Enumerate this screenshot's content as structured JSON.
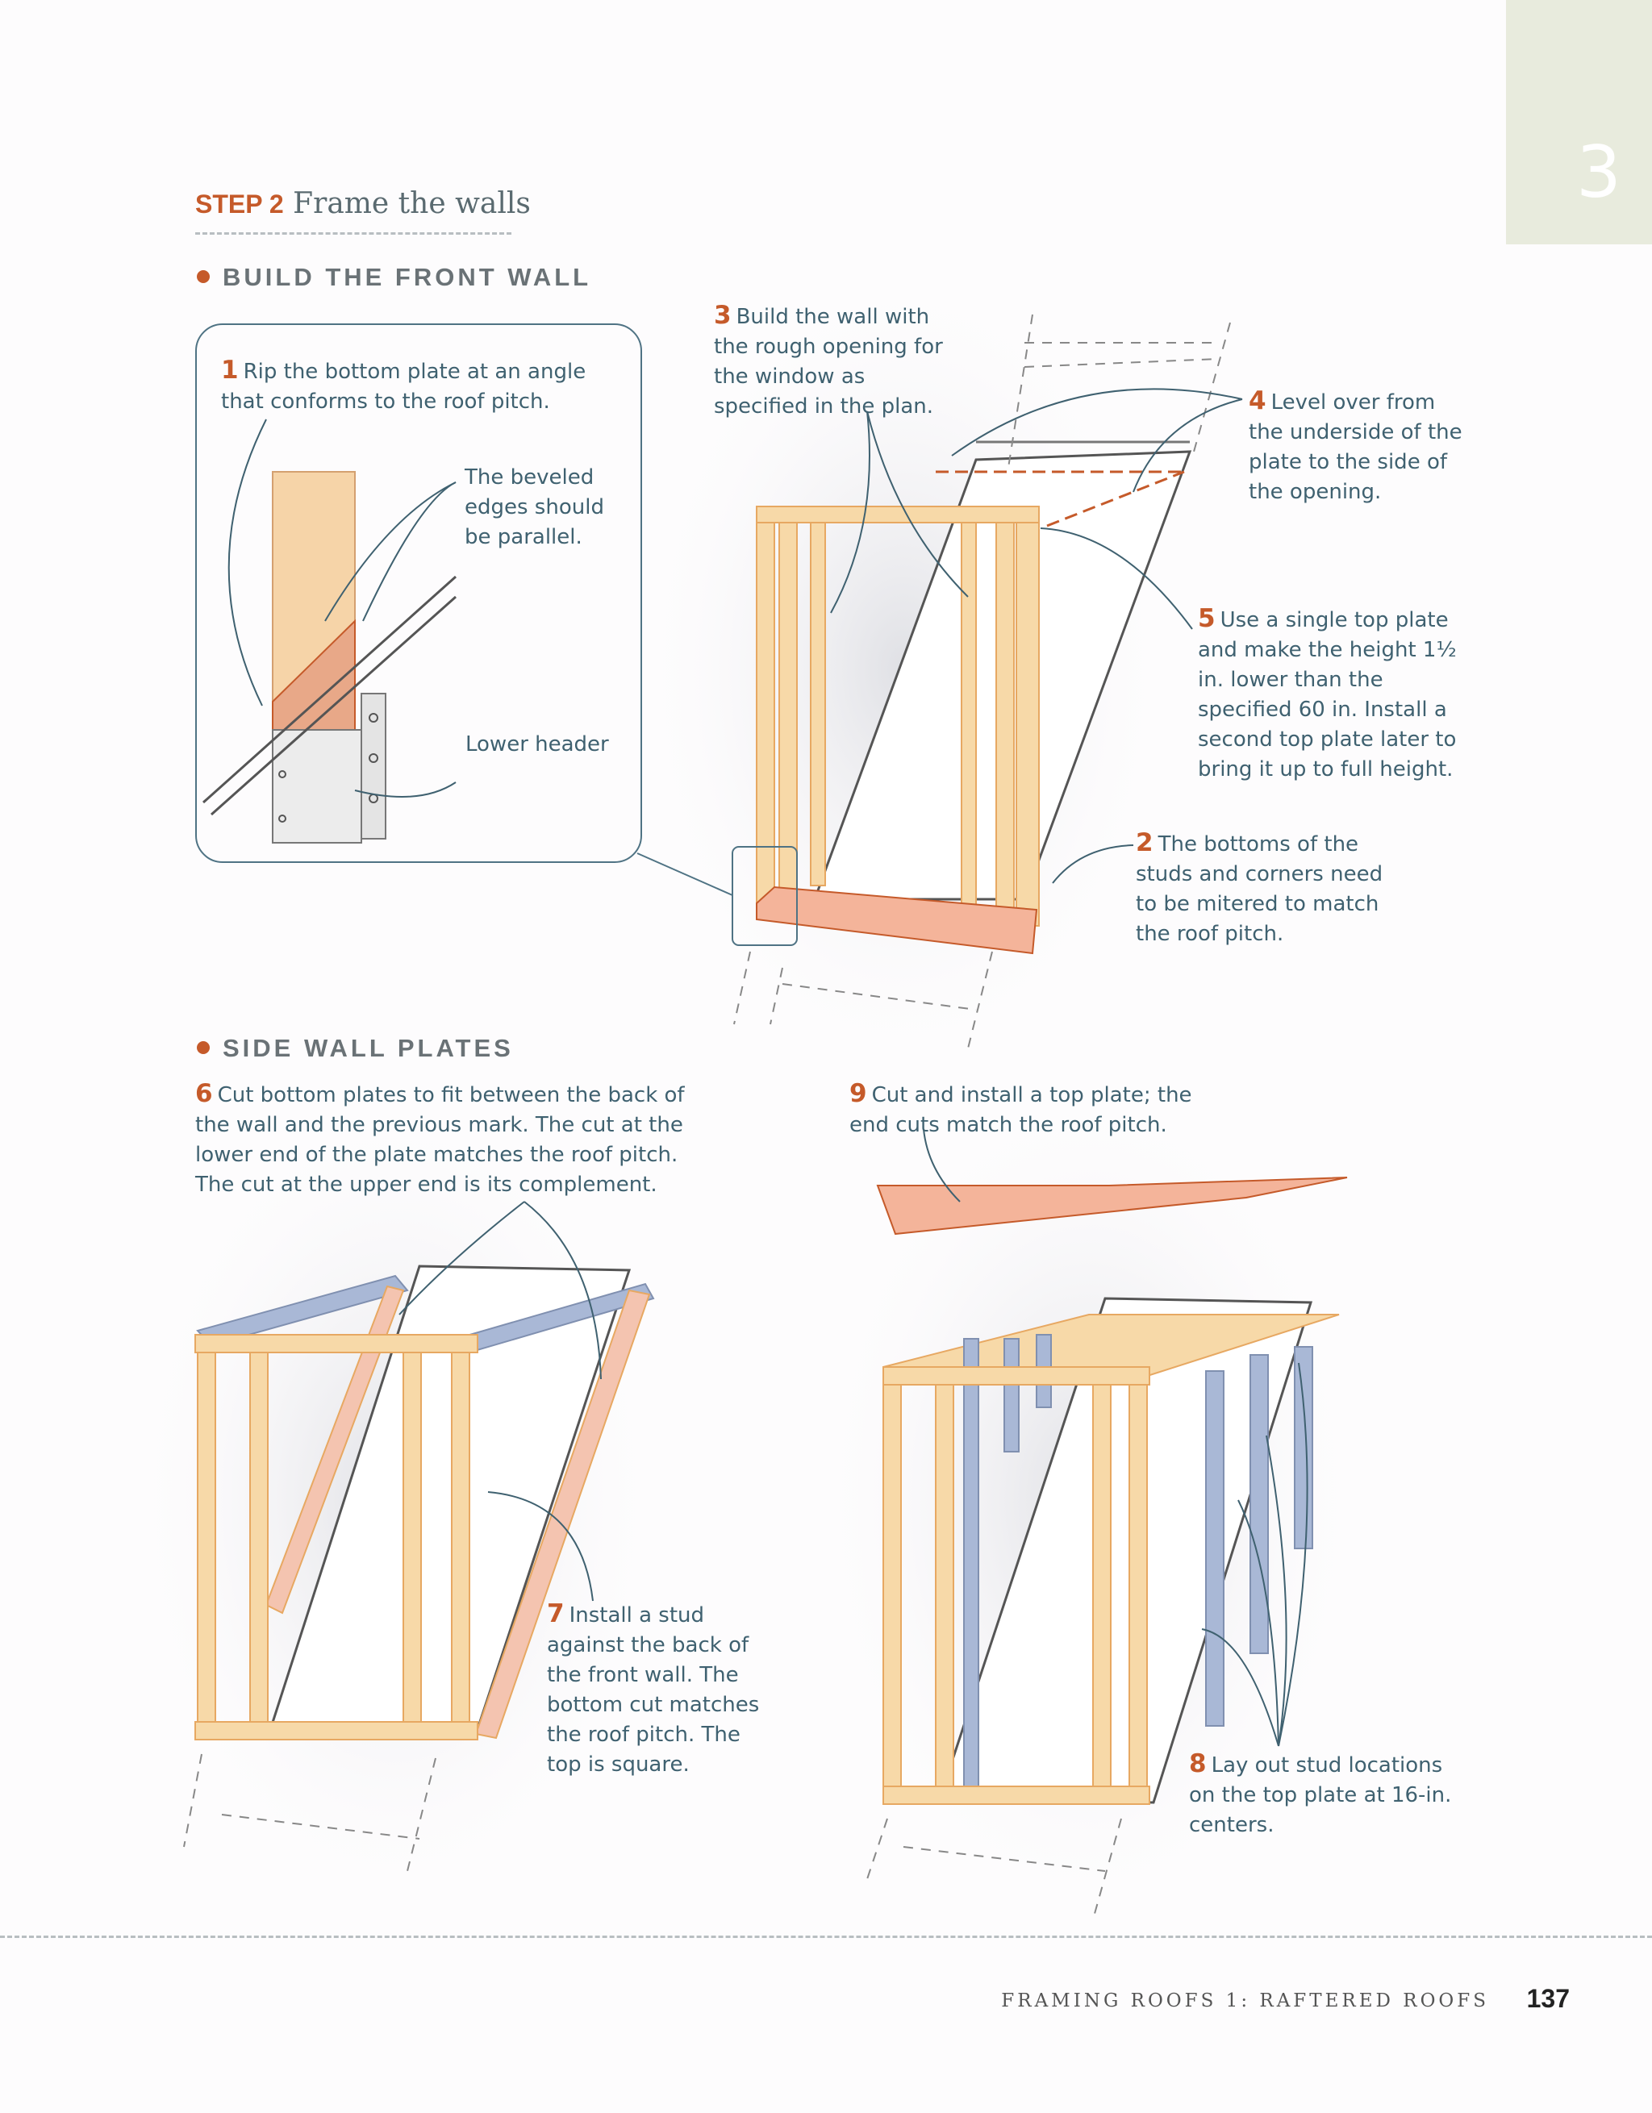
{
  "chapter_tab": "3",
  "step": {
    "label": "STEP 2",
    "title": "Frame the walls"
  },
  "sections": {
    "front": "BUILD THE FRONT WALL",
    "side": "SIDE WALL PLATES"
  },
  "callouts": {
    "c1": {
      "num": "1",
      "text": "Rip the bottom plate at an angle that conforms to the roof pitch."
    },
    "bevel": "The beveled edges should be parallel.",
    "lower_header": "Lower header",
    "c3": {
      "num": "3",
      "text": "Build the wall with the rough opening for the window as specified in the plan."
    },
    "c4": {
      "num": "4",
      "text": "Level over from the underside of the plate to the side of the opening."
    },
    "c5": {
      "num": "5",
      "text": "Use a single top plate and make the height 1½ in. lower than the specified 60 in. Install a second top plate later to bring it up to full height."
    },
    "c2": {
      "num": "2",
      "text": "The bottoms of the studs and corners need to be mitered to match the roof pitch."
    },
    "c6": {
      "num": "6",
      "text": "Cut bottom plates to fit between the back of the wall and the previous mark. The cut at the lower end of the plate matches the roof pitch. The cut at the upper end is its complement."
    },
    "c9": {
      "num": "9",
      "text": "Cut and install a top plate; the end cuts match the roof pitch."
    },
    "c7": {
      "num": "7",
      "text": "Install a stud against the back of the front wall. The bottom cut matches the roof pitch. The top is square."
    },
    "c8": {
      "num": "8",
      "text": "Lay out stud locations on the top plate at 16-in. centers."
    }
  },
  "footer": {
    "label": "FRAMING ROOFS 1: RAFTERED ROOFS",
    "page": "137"
  },
  "colors": {
    "accent": "#c55a2a",
    "callout_text": "#3f6170",
    "wood": "#f0c078",
    "plate_pink": "#f4b49a",
    "plate_blue": "#a9b8d6"
  }
}
